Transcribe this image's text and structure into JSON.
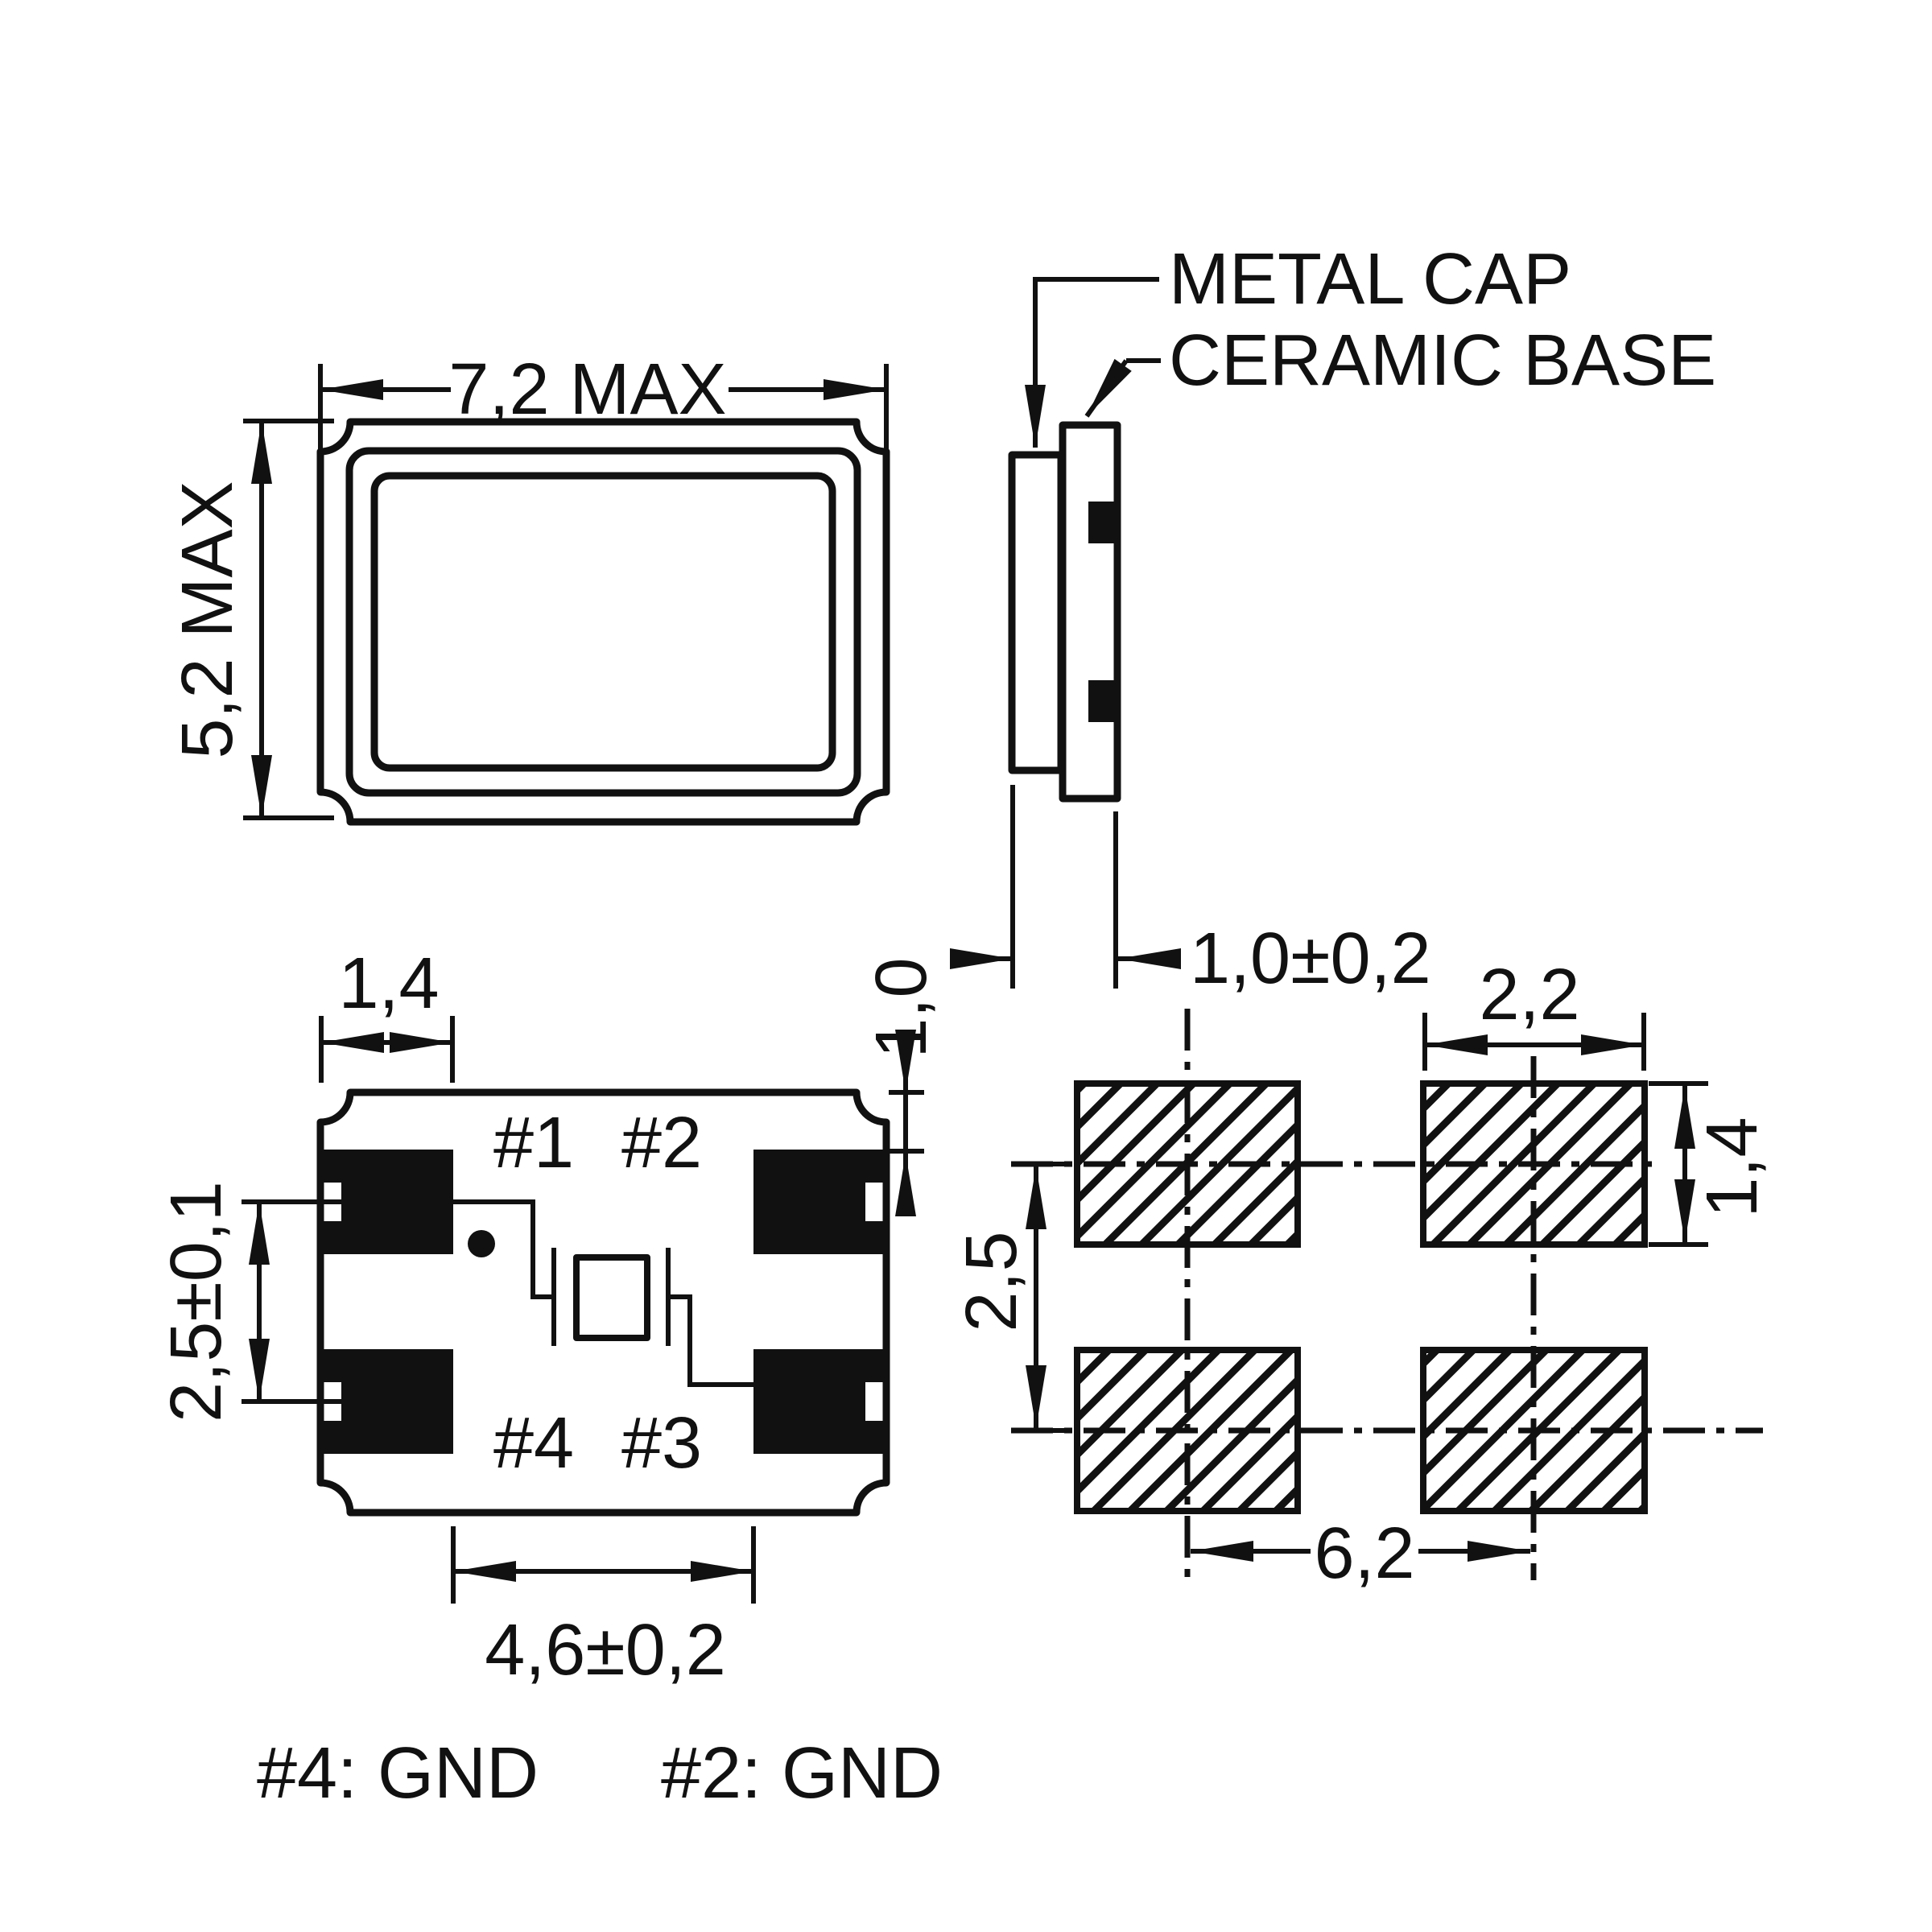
{
  "drawing": {
    "background": "#ffffff",
    "ink": "#111111",
    "views": {
      "top_view": {
        "name": "package-top-view",
        "dim_width": "7,2 MAX",
        "dim_height": "5,2 MAX"
      },
      "side_view": {
        "name": "package-side-view",
        "label_metal_cap": "METAL CAP",
        "label_ceramic_base": "CERAMIC BASE",
        "dim_thickness": "1,0±0,2"
      },
      "bottom_view": {
        "name": "package-bottom-view",
        "dim_pad_width": "1,4",
        "dim_pad_offset": "1,0",
        "dim_pad_pitch_vertical": "2,5±0,1",
        "dim_pad_span": "4,6±0,2",
        "pin1": "#1",
        "pin2": "#2",
        "pin3": "#3",
        "pin4": "#4",
        "gnd_note_left": "#4: GND",
        "gnd_note_right": "#2: GND"
      },
      "land_pattern": {
        "name": "recommended-land-pattern",
        "dim_pad_width": "2,2",
        "dim_pad_height": "1,4",
        "dim_row_pitch": "2,5",
        "dim_column_pitch": "6,2"
      }
    }
  }
}
